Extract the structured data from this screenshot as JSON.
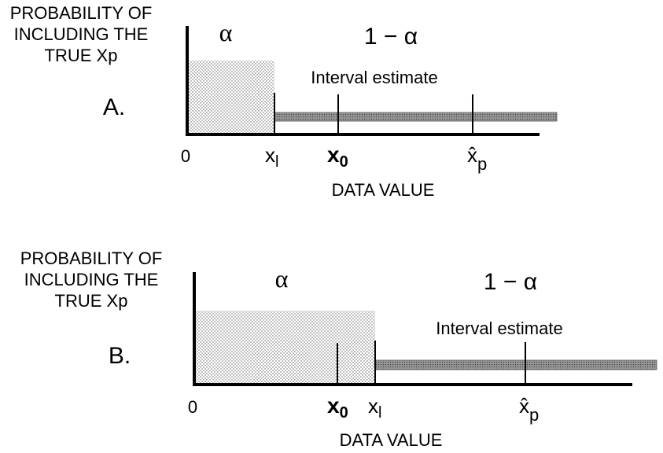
{
  "panels": [
    {
      "id": "A",
      "ylabel": [
        "PROBABILITY OF",
        "INCLUDING THE",
        "TRUE Xp"
      ],
      "panel_label": "A.",
      "alpha_label": "α",
      "one_minus_alpha_label": "1 − α",
      "interval_label": "Interval estimate",
      "tick_zero": "0",
      "tick_xl": {
        "base": "x",
        "sub": "l"
      },
      "tick_x0": {
        "base": "x",
        "sub": "0"
      },
      "tick_xp": {
        "base": "x̂",
        "sub": "p"
      },
      "xlabel": "DATA VALUE"
    },
    {
      "id": "B",
      "ylabel": [
        "PROBABILITY OF",
        "INCLUDING THE",
        "TRUE Xp"
      ],
      "panel_label": "B.",
      "alpha_label": "α",
      "one_minus_alpha_label": "1 − α",
      "interval_label": "Interval estimate",
      "tick_zero": "0",
      "tick_xl": {
        "base": "x",
        "sub": "l"
      },
      "tick_x0": {
        "base": "x",
        "sub": "0"
      },
      "tick_xp": {
        "base": "x̂",
        "sub": "p"
      },
      "xlabel": "DATA VALUE"
    }
  ],
  "colors": {
    "ink": "#000000",
    "stipple": "#c8c8c8",
    "bar": "#8a8a8a"
  }
}
